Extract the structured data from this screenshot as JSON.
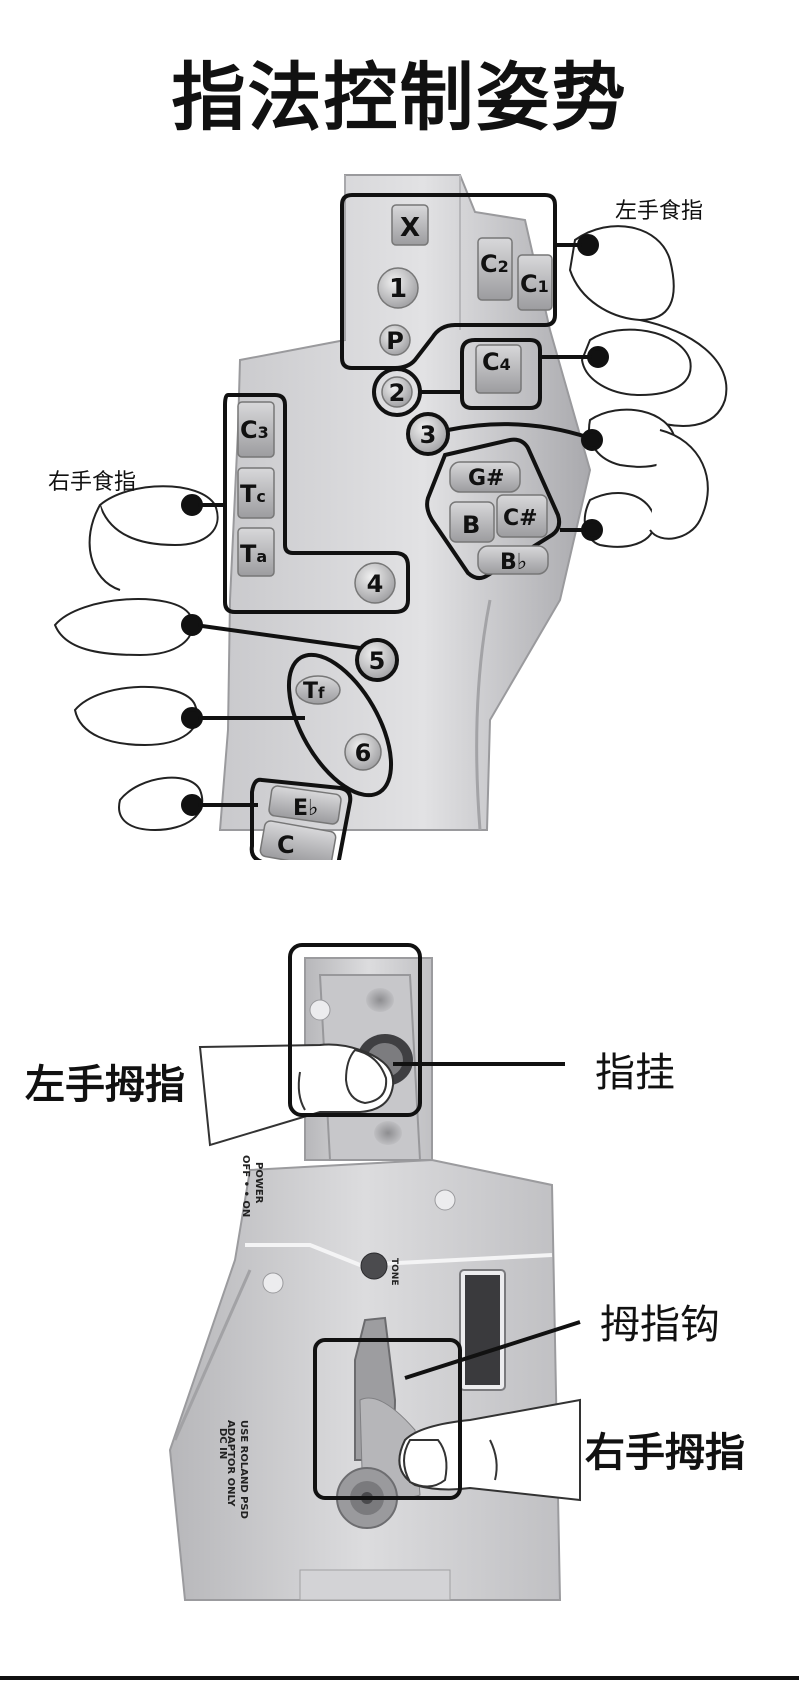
{
  "title": "指法控制姿势",
  "top_diagram": {
    "label_left_index": "左手食指",
    "label_right_index": "右手食指",
    "keys": {
      "x": "X",
      "k1": "1",
      "p": "P",
      "c2": "C",
      "c2_sub": "2",
      "c1": "C",
      "c1_sub": "1",
      "c4": "C",
      "c4_sub": "4",
      "k2": "2",
      "k3": "3",
      "g_sharp": "G#",
      "b": "B",
      "c_sharp": "C#",
      "b_flat": "B♭",
      "c3": "C",
      "c3_sub": "3",
      "tc": "T",
      "tc_sub": "c",
      "ta": "T",
      "ta_sub": "a",
      "k4": "4",
      "k5": "5",
      "tf": "T",
      "tf_sub": "f",
      "k6": "6",
      "e_flat": "E♭",
      "c": "C"
    }
  },
  "bottom_diagram": {
    "label_left_thumb": "左手拇指",
    "label_finger_rest": "指挂",
    "label_thumb_hook": "拇指钩",
    "label_right_thumb": "右手拇指",
    "body_text": {
      "power": "POWER",
      "off_on": "OFF • • ON",
      "tone": "TONE",
      "dc_in": "DC IN",
      "use_roland": "USE ROLAND PSD",
      "adaptor_only": "ADAPTOR ONLY"
    }
  },
  "colors": {
    "body_light": "#d6d6d8",
    "body_mid": "#bdbdc0",
    "outline": "#111111",
    "background": "#ffffff"
  }
}
